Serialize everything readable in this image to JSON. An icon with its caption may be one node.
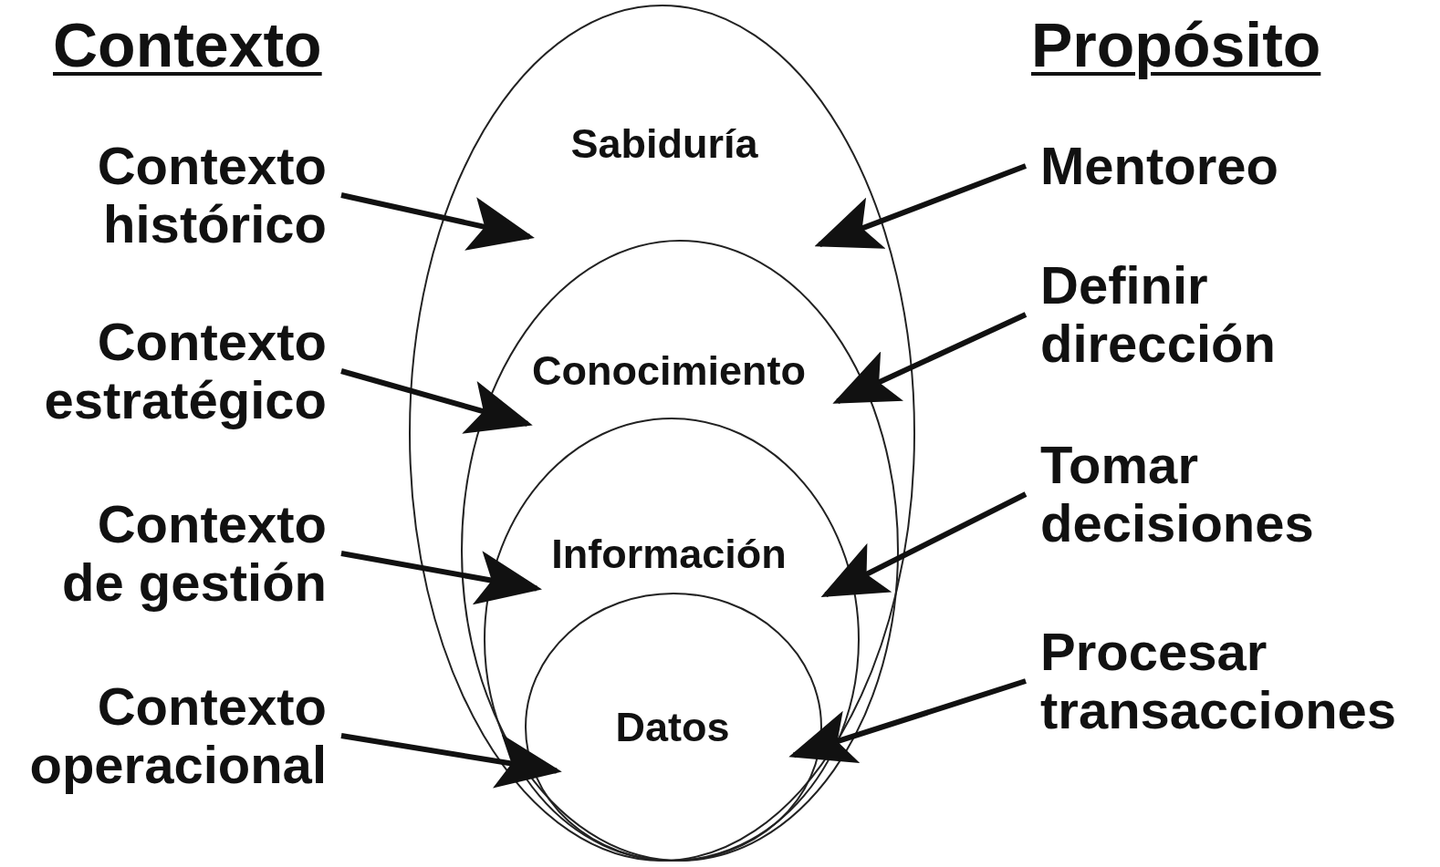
{
  "diagram": {
    "nodes": [
      {
        "text": [
          "Sabiduría"
        ]
      },
      {
        "text": [
          "Conocimiento"
        ],
        "in": 0
      },
      {
        "text": [
          "Información"
        ],
        "in": 1
      },
      {
        "text": [
          "Datos"
        ],
        "in": 2
      },
      {
        "text": [
          "Contexto histórico"
        ]
      },
      {
        "text": [
          "Contexto estratégico"
        ]
      },
      {
        "text": [
          "Contexto de gestión"
        ]
      },
      {
        "text": [
          "Contexto operacional"
        ]
      },
      {
        "text": [
          "Mentoreo"
        ]
      },
      {
        "text": [
          "Definir dirección"
        ]
      },
      {
        "text": [
          "Tomar decisiones"
        ]
      },
      {
        "text": [
          "Procesar transacciones"
        ]
      }
    ],
    "edges": [
      {
        "from": 4,
        "to": 0,
        "arrow": "to"
      },
      {
        "from": 5,
        "to": 1,
        "arrow": "to"
      },
      {
        "from": 6,
        "to": 2,
        "arrow": "to"
      },
      {
        "from": 7,
        "to": 3,
        "arrow": "to"
      },
      {
        "from": 8,
        "to": 0,
        "arrow": "to"
      },
      {
        "from": 9,
        "to": 1,
        "arrow": "to"
      },
      {
        "from": 10,
        "to": 2,
        "arrow": "to"
      },
      {
        "from": 11,
        "to": 3,
        "arrow": "to"
      }
    ],
    "labels": [
      "Contexto",
      "Propósito"
    ]
  }
}
